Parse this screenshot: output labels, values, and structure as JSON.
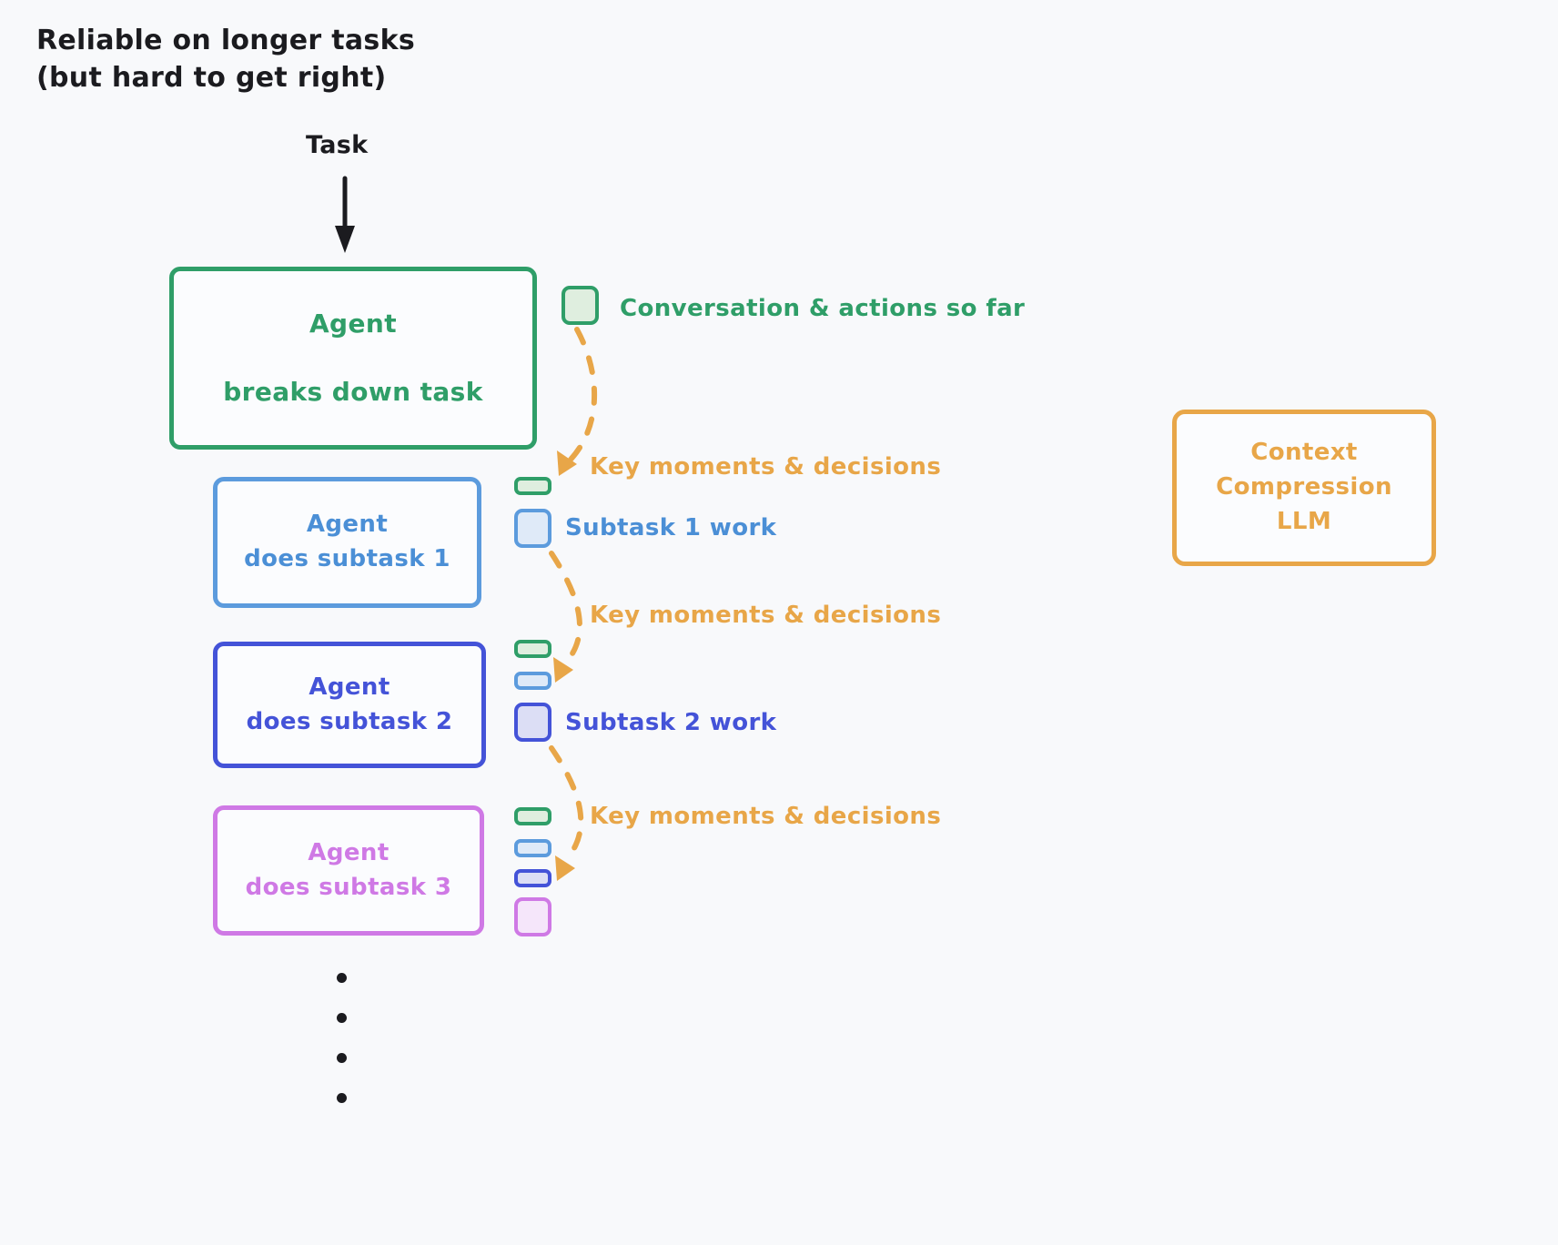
{
  "headline": "Reliable on longer tasks\n(but hard to get right)",
  "task_label": "Task",
  "boxes": {
    "main": {
      "line1": "Agent",
      "line2": "breaks down task",
      "color": "#2f9e68"
    },
    "subtask1": {
      "line1": "Agent",
      "line2": "does subtask 1",
      "color": "#5c9bdd"
    },
    "subtask2": {
      "line1": "Agent",
      "line2": "does subtask 2",
      "color": "#4453d8"
    },
    "subtask3": {
      "line1": "Agent",
      "line2": "does subtask 3",
      "color": "#cf79e5"
    },
    "context": {
      "text": "Context\nCompression\nLLM",
      "color": "#e8a648"
    }
  },
  "labels": {
    "conversation": "Conversation & actions so far",
    "key_moments_1": "Key moments & decisions",
    "subtask1_work": "Subtask 1 work",
    "key_moments_2": "Key moments & decisions",
    "subtask2_work": "Subtask 2 work",
    "key_moments_3": "Key moments & decisions"
  },
  "chips": {
    "conversation_full": "green-context-chip",
    "stack1": [
      "green-compressed-chip",
      "blue-context-chip"
    ],
    "stack2": [
      "green-compressed-chip",
      "blue-compressed-chip",
      "indigo-context-chip"
    ],
    "stack3": [
      "green-compressed-chip",
      "blue-compressed-chip",
      "indigo-compressed-chip",
      "purple-context-chip"
    ]
  },
  "ellipsis_dots": 4,
  "palette": {
    "background": "#f8f9fb",
    "green": "#2f9e68",
    "blue": "#5c9bdd",
    "indigo": "#4453d8",
    "purple": "#cf79e5",
    "orange": "#e8a648",
    "text_dark": "#1b1b1f"
  }
}
